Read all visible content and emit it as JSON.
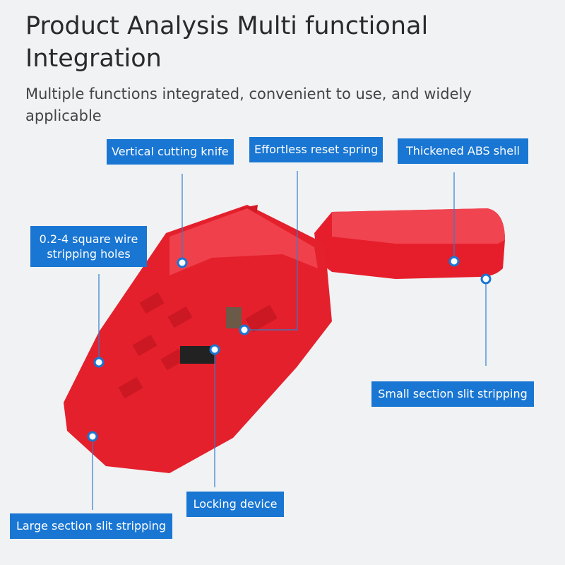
{
  "title": "Product Analysis Multi functional Integration",
  "subtitle": "Multiple functions integrated, convenient to use, and widely applicable",
  "labels": {
    "knife": "Vertical cutting knife",
    "spring": "Effortless reset spring",
    "shell": "Thickened ABS shell",
    "holes": "0.2-4 square wire stripping holes",
    "small": "Small section slit stripping",
    "lock": "Locking device",
    "large": "Large section slit stripping"
  },
  "colors": {
    "accent": "#1976d2",
    "product": "#e8202e",
    "background": "#f1f2f4"
  }
}
